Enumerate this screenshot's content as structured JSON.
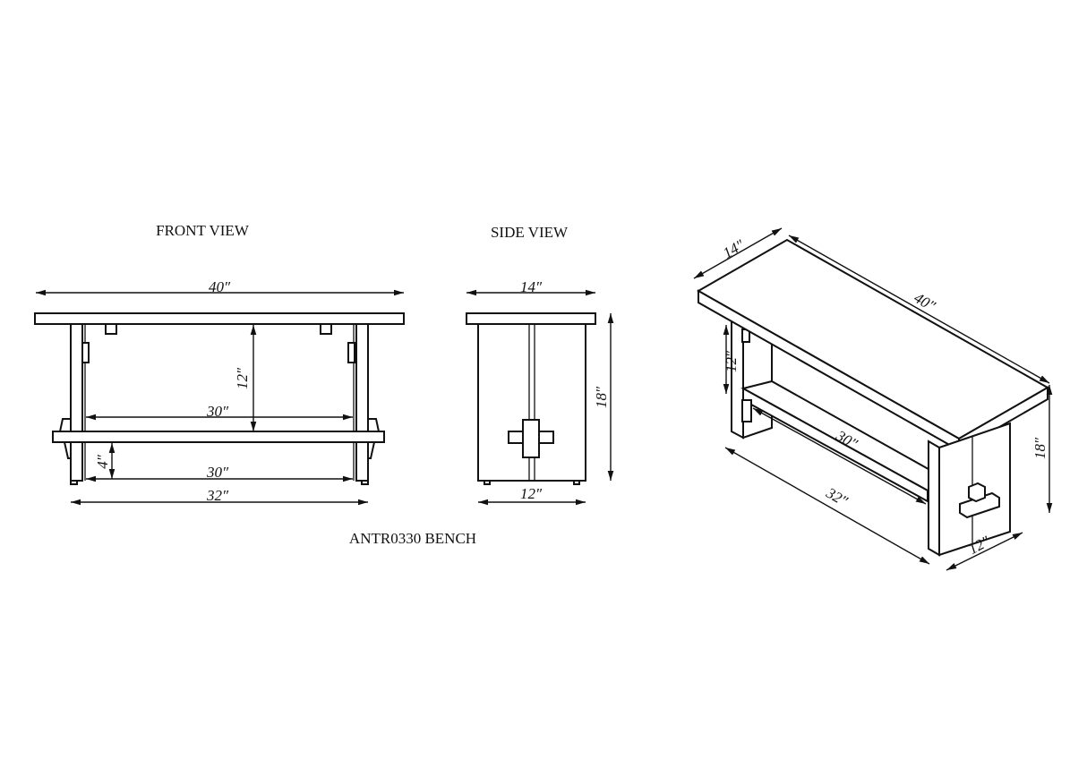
{
  "views": {
    "front": {
      "title": "FRONT VIEW",
      "dims": {
        "overall_width": "40″",
        "stretcher_upper": "30″",
        "stretcher_lower": "30″",
        "base_width": "32″",
        "shelf_height": "12″",
        "foot_height": "4″"
      }
    },
    "side": {
      "title": "SIDE VIEW",
      "dims": {
        "top_depth": "14″",
        "base_depth": "12″",
        "height": "18″"
      }
    },
    "iso": {
      "dims": {
        "depth": "14″",
        "length": "40″",
        "shelf_height": "12″",
        "stretcher": "30″",
        "base_width": "32″",
        "base_depth": "12″",
        "height": "18″"
      }
    }
  },
  "caption": "ANTR0330 BENCH"
}
